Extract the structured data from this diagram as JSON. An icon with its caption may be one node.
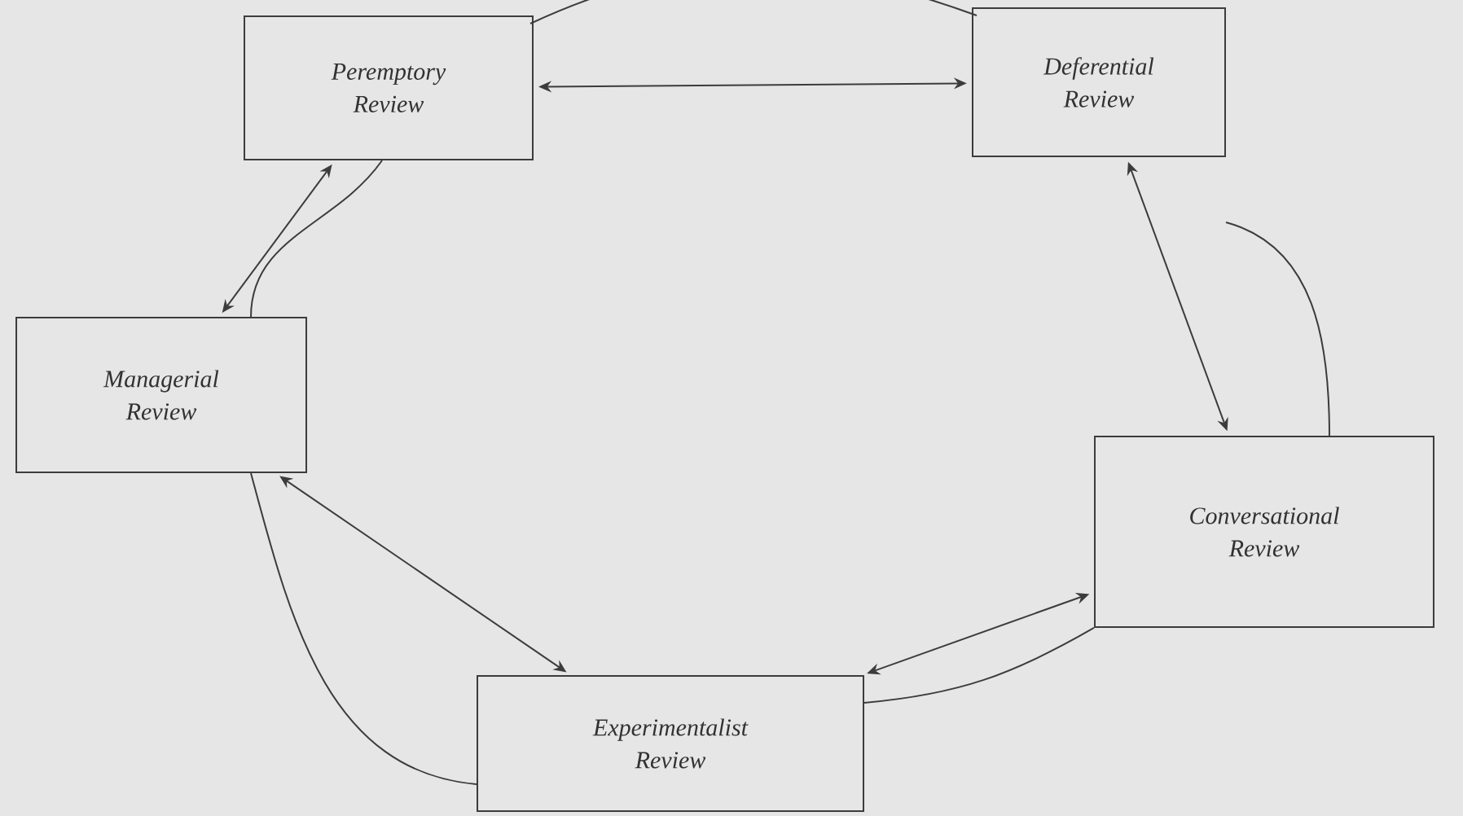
{
  "diagram": {
    "nodes": [
      {
        "text": [
          "Peremptory Review"
        ]
      },
      {
        "text": [
          "Deferential Review"
        ]
      },
      {
        "text": [
          "Managerial Review"
        ]
      },
      {
        "text": [
          "Conversational Review"
        ]
      },
      {
        "text": [
          "Experimentalist Review"
        ]
      }
    ],
    "edges": [
      {
        "from": 0,
        "to": 1,
        "arrow": "none"
      },
      {
        "from": 0,
        "to": 1,
        "arrow": "both"
      },
      {
        "from": 1,
        "to": 3,
        "arrow": "none"
      },
      {
        "from": 1,
        "to": 3,
        "arrow": "both"
      },
      {
        "from": 3,
        "to": 4,
        "arrow": "none"
      },
      {
        "from": 3,
        "to": 4,
        "arrow": "both"
      },
      {
        "from": 4,
        "to": 2,
        "arrow": "none"
      },
      {
        "from": 4,
        "to": 2,
        "arrow": "both"
      },
      {
        "from": 2,
        "to": 0,
        "arrow": "none"
      },
      {
        "from": 2,
        "to": 0,
        "arrow": "both"
      }
    ]
  }
}
